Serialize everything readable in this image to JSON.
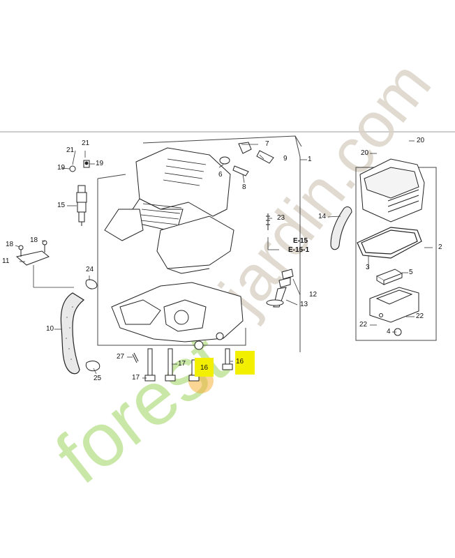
{
  "callouts": [
    {
      "id": "c1",
      "label": "1"
    },
    {
      "id": "c2",
      "label": "2"
    },
    {
      "id": "c3",
      "label": "3"
    },
    {
      "id": "c4",
      "label": "4"
    },
    {
      "id": "c5",
      "label": "5"
    },
    {
      "id": "c6",
      "label": "6"
    },
    {
      "id": "c7",
      "label": "7"
    },
    {
      "id": "c8",
      "label": "8"
    },
    {
      "id": "c9",
      "label": "9"
    },
    {
      "id": "c10",
      "label": "10"
    },
    {
      "id": "c11",
      "label": "11"
    },
    {
      "id": "c12",
      "label": "12"
    },
    {
      "id": "c13",
      "label": "13"
    },
    {
      "id": "c14",
      "label": "14"
    },
    {
      "id": "c15",
      "label": "15"
    },
    {
      "id": "c16a",
      "label": "16"
    },
    {
      "id": "c16b",
      "label": "16"
    },
    {
      "id": "c17a",
      "label": "17"
    },
    {
      "id": "c17b",
      "label": "17"
    },
    {
      "id": "c18",
      "label": "18"
    },
    {
      "id": "c18b",
      "label": "18"
    },
    {
      "id": "c19",
      "label": "19"
    },
    {
      "id": "c20a",
      "label": "20"
    },
    {
      "id": "c20b",
      "label": "20"
    },
    {
      "id": "c21",
      "label": "21"
    },
    {
      "id": "c22a",
      "label": "22"
    },
    {
      "id": "c22b",
      "label": "22"
    },
    {
      "id": "c23",
      "label": "23"
    },
    {
      "id": "c24",
      "label": "24"
    },
    {
      "id": "c25",
      "label": "25"
    },
    {
      "id": "c27",
      "label": "27"
    }
  ],
  "references": {
    "ref_primary": "E-15",
    "ref_secondary": "E-15-1"
  },
  "watermark": {
    "text_green": "forest",
    "text_gray": "jardin.com",
    "color_green": "#b8e08a",
    "color_gray": "#d9d2c6",
    "color_orange": "#f6b23c"
  },
  "highlight_color": "#f2f000"
}
